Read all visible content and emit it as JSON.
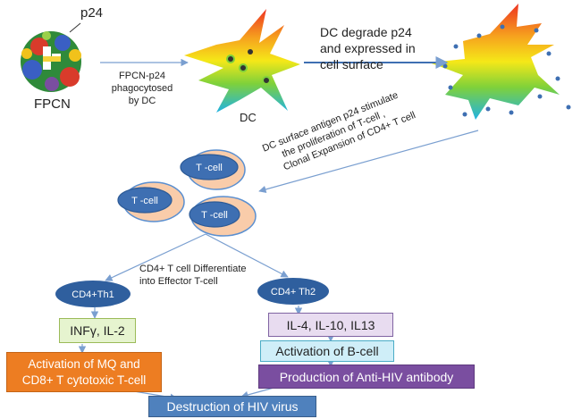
{
  "labels": {
    "p24": "p24",
    "fpcn": "FPCN",
    "phago_lines": [
      "FPCN-p24",
      "phagocytosed",
      "by DC"
    ],
    "dc": "DC",
    "degrade_lines": [
      "DC degrade p24",
      "and expressed in",
      "cell surface"
    ],
    "stimulate_lines": [
      "DC surface  antigen p24  stimulate",
      "the proliferation of T-cell ,",
      "Clonal Expansion of CD4+ T cell"
    ],
    "differentiate_lines": [
      "CD4+ T cell Differentiate",
      "into Effector  T-cell"
    ]
  },
  "tcells": [
    "T -cell",
    "T -cell",
    "T -cell"
  ],
  "th1": "CD4+Th1",
  "th2": "CD4+ Th2",
  "cytokines_th1": "INFγ, IL-2",
  "cytokines_th2": "IL-4, IL-10, IL13",
  "activation_mq_lines": [
    "Activation of MQ and",
    "CD8+ T cytotoxic T-cell"
  ],
  "activation_bcell": "Activation of B-cell",
  "production": "Production of Anti-HIV antibody",
  "destruction": "Destruction of HIV virus",
  "colors": {
    "arrow": "#7a9fd0",
    "cell_dark": "#3e6fb2",
    "cell_light": "#f9ccaa",
    "th_oval": "#2f5f9e",
    "box_green": "#e6f4cf",
    "box_purple": "#e8dcf0",
    "box_cyan": "#cfeef8",
    "box_orange": "#ed7d22",
    "box_violet": "#7a4ea0",
    "box_blue": "#4f81bd"
  }
}
